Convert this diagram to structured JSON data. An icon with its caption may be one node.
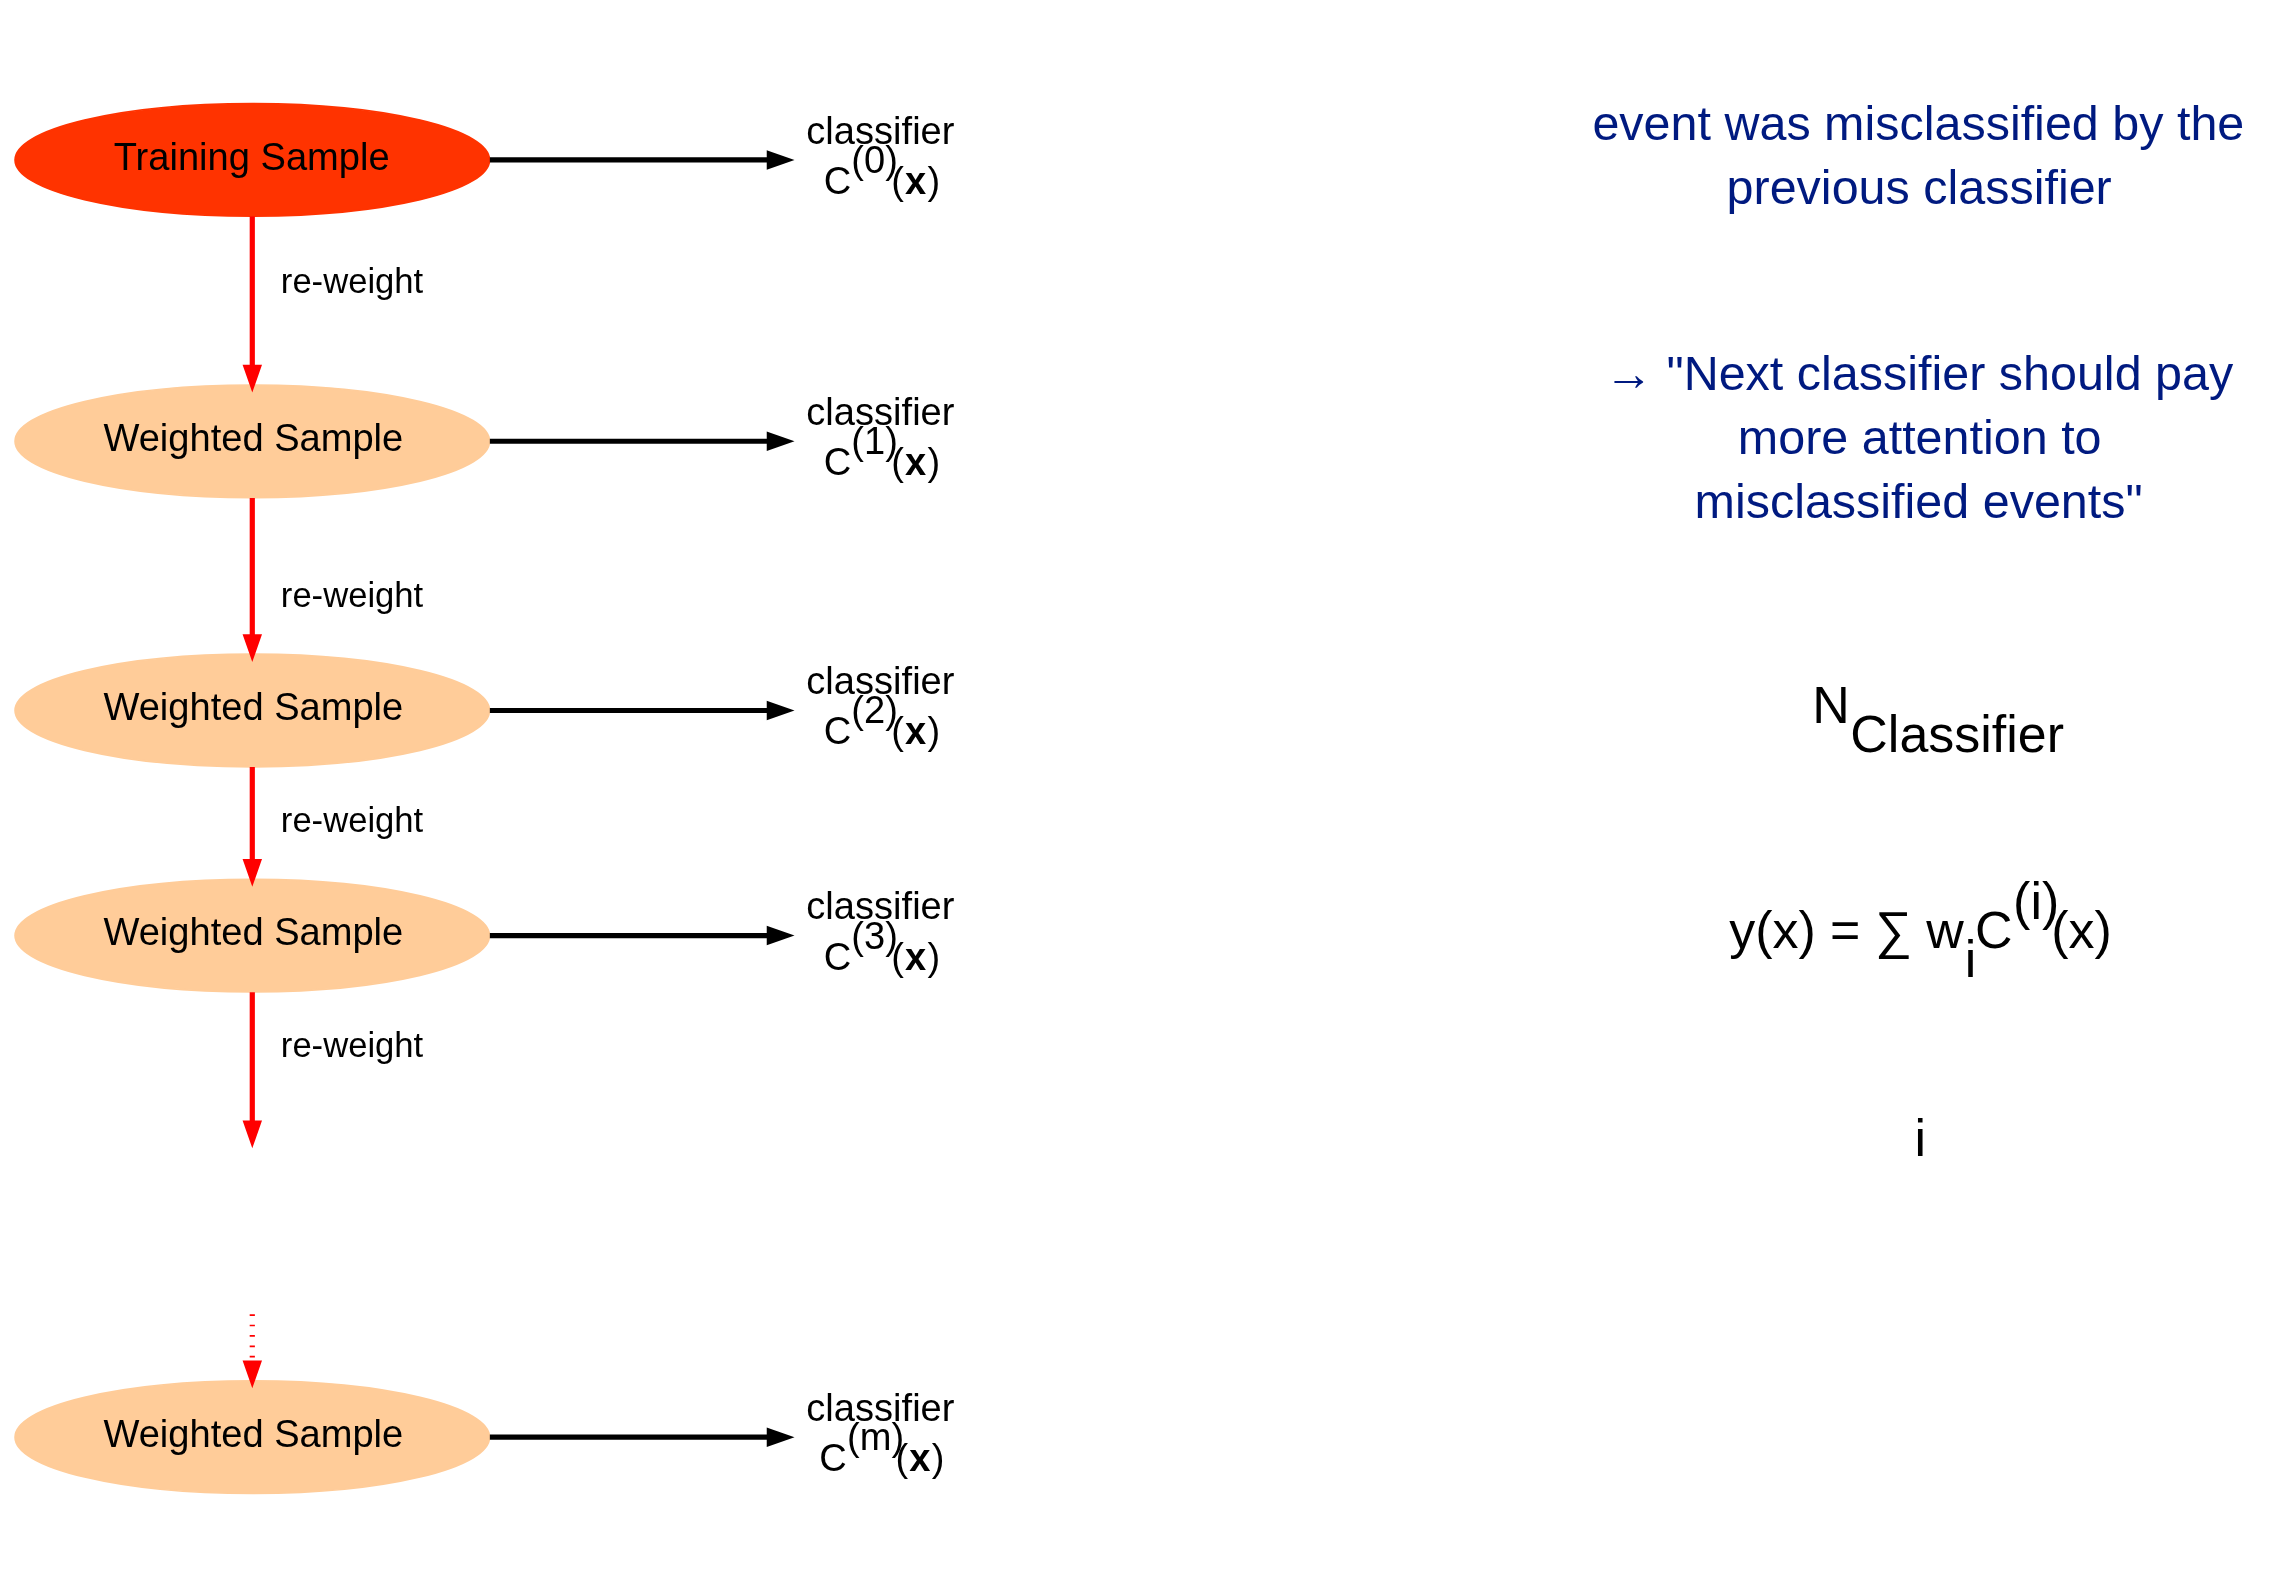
{
  "diagram": {
    "nodes": [
      {
        "text": [
          "Training Sample"
        ]
      },
      {
        "text": [
          "Weighted Sample"
        ]
      },
      {
        "text": [
          "Weighted Sample"
        ]
      },
      {
        "text": [
          "Weighted Sample"
        ]
      },
      {
        "text": [
          "Weighted Sample"
        ]
      },
      {
        "text": [
          "classifier",
          "C$^{(0)}$(**x**)"
        ]
      },
      {
        "text": [
          "classifier",
          "C$^{(1)}$(**x**)"
        ]
      },
      {
        "text": [
          "classifier",
          "C$^{(2)}$(**x**)"
        ]
      },
      {
        "text": [
          "classifier",
          "C$^{(3)}$(**x**)"
        ]
      },
      {
        "text": [
          "classifier",
          "C$^{(m)}$(**x**)"
        ]
      }
    ],
    "edges": [
      {
        "from": 0,
        "to": 1,
        "arrow": "to",
        "label": "re-weight",
        "color": "#ff0000"
      },
      {
        "from": 1,
        "to": 2,
        "arrow": "to",
        "label": "re-weight",
        "color": "#ff0000"
      },
      {
        "from": 2,
        "to": 3,
        "arrow": "to",
        "label": "re-weight",
        "color": "#ff0000"
      },
      {
        "from": 3,
        "to": null,
        "arrow": "to",
        "label": "re-weight",
        "color": "#ff0000"
      },
      {
        "from": null,
        "to": 4,
        "arrow": "to",
        "style": "dashed",
        "color": "#ff0000"
      },
      {
        "from": 0,
        "to": 5,
        "arrow": "to",
        "color": "#000000"
      },
      {
        "from": 1,
        "to": 6,
        "arrow": "to",
        "color": "#000000"
      },
      {
        "from": 2,
        "to": 7,
        "arrow": "to",
        "color": "#000000"
      },
      {
        "from": 3,
        "to": 8,
        "arrow": "to",
        "color": "#000000"
      },
      {
        "from": 4,
        "to": 9,
        "arrow": "to",
        "color": "#000000"
      }
    ],
    "labels": [
      "event was misclassified by the previous classifier",
      "→ \"Next classifier should pay more attention to misclassified events\"",
      "N$_{Classifier}$",
      "y(x) = ∑ w$_{i}$C$^{(i)}$(x)",
      "i"
    ]
  }
}
